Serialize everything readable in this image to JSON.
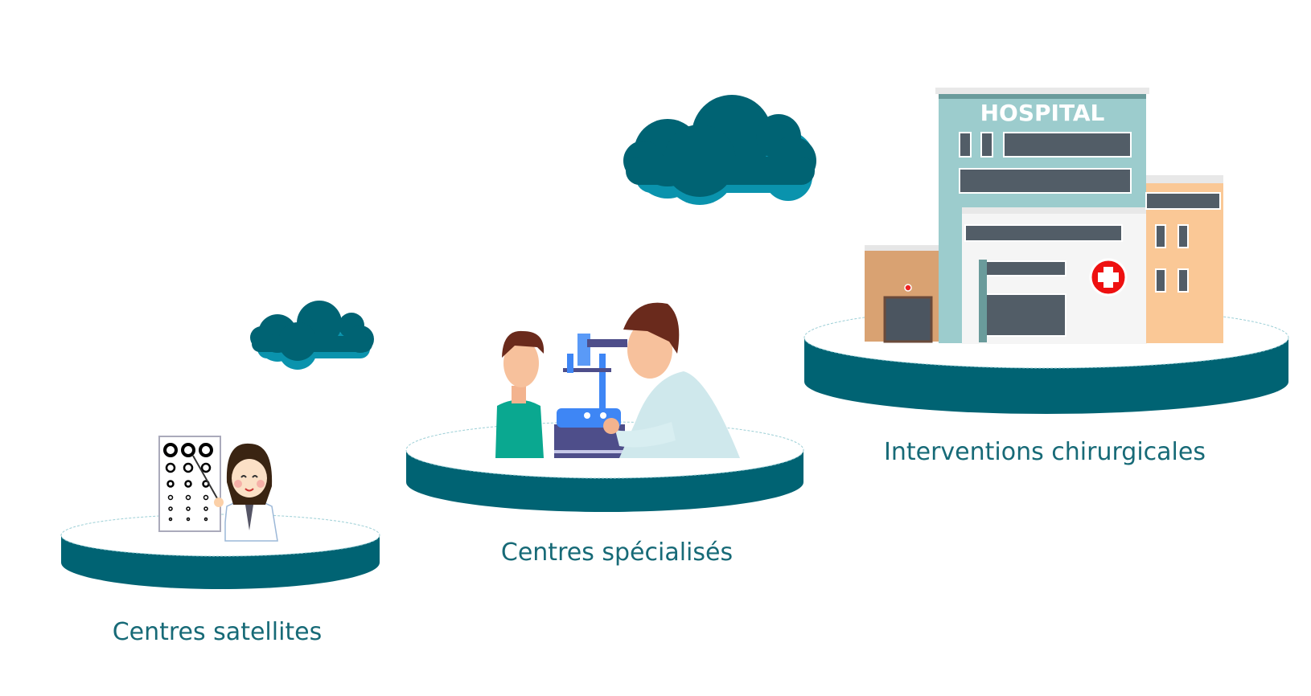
{
  "tiers": [
    {
      "label": "Centres satellites",
      "illustration": "eye-chart-doctor"
    },
    {
      "label": "Centres spécialisés",
      "illustration": "eye-exam-specialist"
    },
    {
      "label": "Interventions chirurgicales",
      "illustration": "hospital-building",
      "sign_text": "HOSPITAL"
    }
  ],
  "colors": {
    "platform": "#006373",
    "cloud": "#006373",
    "cloud_shadow": "#0a93ad",
    "label": "#176a77"
  }
}
